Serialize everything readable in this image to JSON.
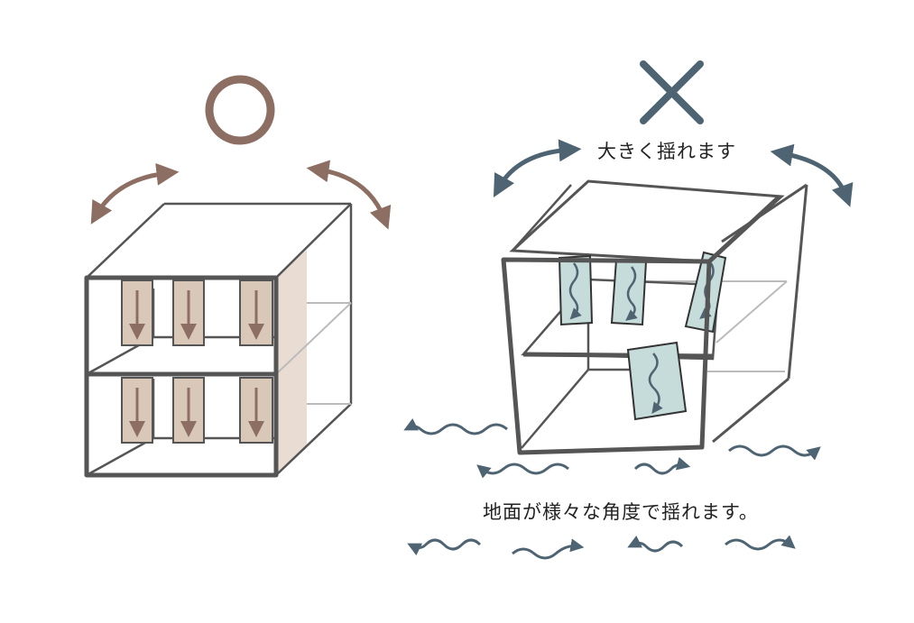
{
  "labels": {
    "shakes_greatly": "大きく揺れます",
    "ground_shakes": "地面が様々な角度で揺れます。"
  },
  "marks": {
    "good": "circle-good-mark",
    "bad": "cross-bad-mark"
  },
  "colors": {
    "frame": "#555555",
    "good_accent": "#8d6e63",
    "good_panel": "#d9c8b8",
    "bad_accent": "#4e6472",
    "bad_panel": "#c6dcda",
    "wall_shade": "#e9ddd3"
  }
}
